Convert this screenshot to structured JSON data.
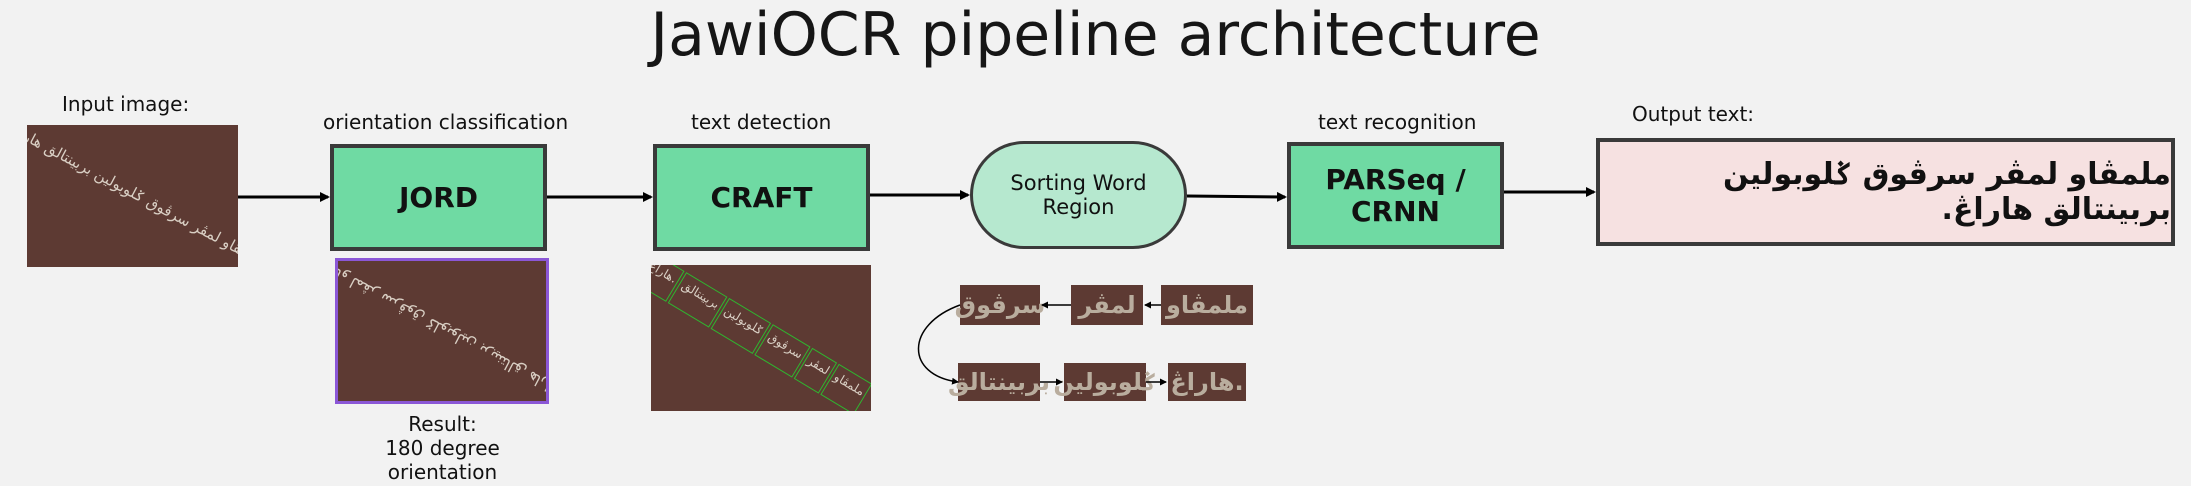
{
  "title": "JawiOCR pipeline architecture",
  "input": {
    "label": "Input image:"
  },
  "stage1": {
    "label": "orientation classification",
    "box": "JORD",
    "result_line1": "Result:",
    "result_line2": "180 degree",
    "result_line3": "orientation"
  },
  "stage2": {
    "label": "text detection",
    "box": "CRAFT"
  },
  "sorting": {
    "line1": "Sorting Word",
    "line2": "Region"
  },
  "stage3": {
    "label": "text recognition",
    "line1": "PARSeq /",
    "line2": "CRNN"
  },
  "output": {
    "label": "Output text:",
    "text": "ملمڤاو لمڤر سرڤوق ݢلوبولين بربينتالق هاراڠ."
  },
  "thumb_text": {
    "rotated": "ملمڤاو لمڤر سرڤوق ݢلوبولين بربينتالق هاراڠ.",
    "detected_words": [
      "هاراڠ.",
      "بربينتالق",
      "ݢلوبولين",
      "سرڤوق",
      "لمڤر",
      "ملمڤاو"
    ]
  },
  "words_row1": [
    "ملمڤاو",
    "لمڤر",
    "سرڤوق"
  ],
  "words_row2": [
    "هاراڠ.",
    "ݢلوبولين",
    "بربينتالق"
  ],
  "colors": {
    "stage_box": "#6fdaa3",
    "oval": "#b6e8cf",
    "output_box": "#f6e1e1",
    "image_bg": "#5d3a33",
    "highlight_border": "#8b57d6",
    "detection_box": "#2fb52f"
  }
}
